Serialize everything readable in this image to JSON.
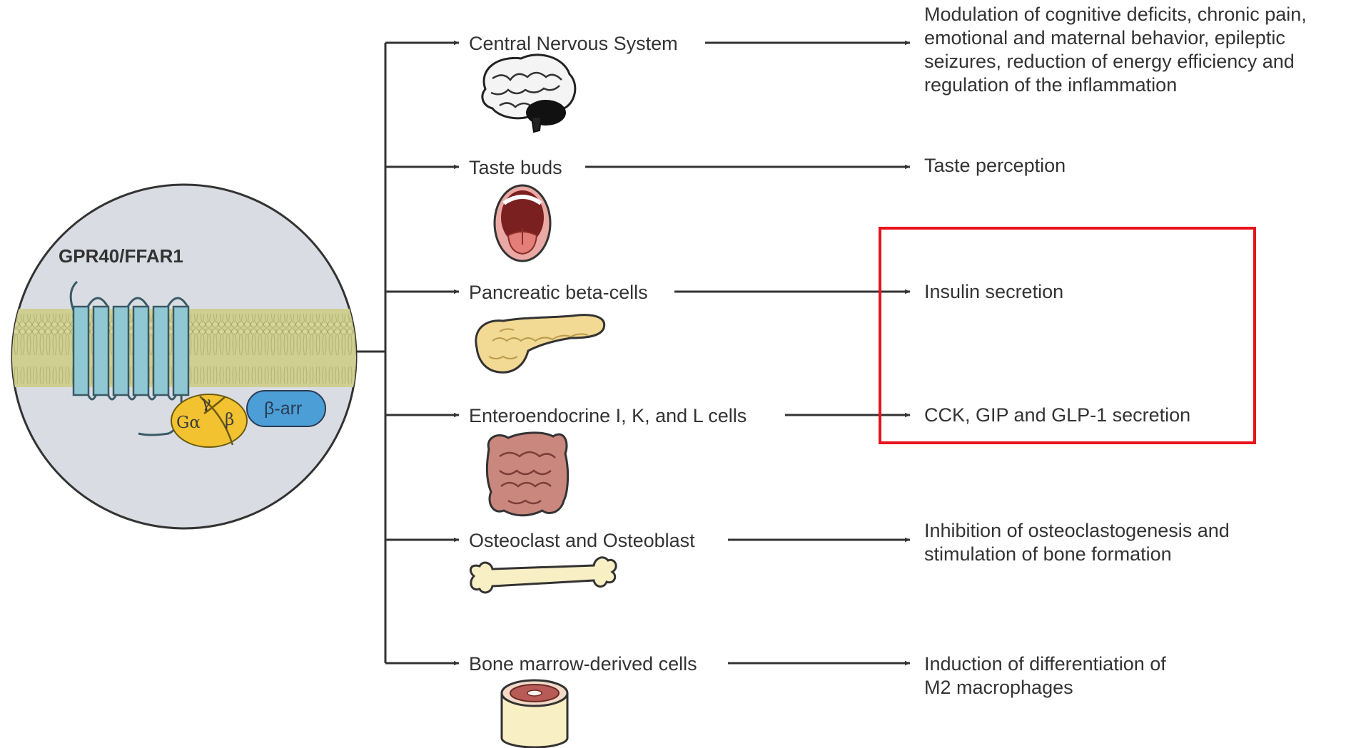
{
  "receptor": {
    "title": "GPR40/FFAR1",
    "subunits": {
      "alpha": "Gα",
      "gamma": "γ",
      "beta": "β",
      "arrestin": "β-arr"
    }
  },
  "targets": [
    {
      "label": "Central Nervous System",
      "icon": "brain-icon",
      "outcome": [
        "Modulation of cognitive deficits, chronic pain,",
        "emotional and maternal behavior, epileptic",
        "seizures, reduction of energy efficiency and",
        "regulation of the inflammation"
      ]
    },
    {
      "label": "Taste buds",
      "icon": "mouth-icon",
      "outcome": [
        "Taste perception"
      ]
    },
    {
      "label": "Pancreatic beta-cells",
      "icon": "pancreas-icon",
      "outcome": [
        "Insulin secretion"
      ]
    },
    {
      "label": "Enteroendocrine I, K, and L cells",
      "icon": "intestine-icon",
      "outcome": [
        "CCK, GIP and GLP-1 secretion"
      ]
    },
    {
      "label": "Osteoclast and Osteoblast",
      "icon": "bone-icon",
      "outcome": [
        "Inhibition of osteoclastogenesis and",
        "stimulation of bone formation"
      ]
    },
    {
      "label": "Bone marrow-derived cells",
      "icon": "bone-marrow-icon",
      "outcome": [
        "Induction of differentiation of",
        "M2 macrophages"
      ]
    }
  ],
  "highlight": {
    "color": "#e8131b"
  },
  "colors": {
    "membrane": "#c9c98a",
    "helix": "#8fc8d2",
    "galpha": "#f2c230",
    "arrestin": "#4c9fd6",
    "cell": "#d9dde3"
  }
}
